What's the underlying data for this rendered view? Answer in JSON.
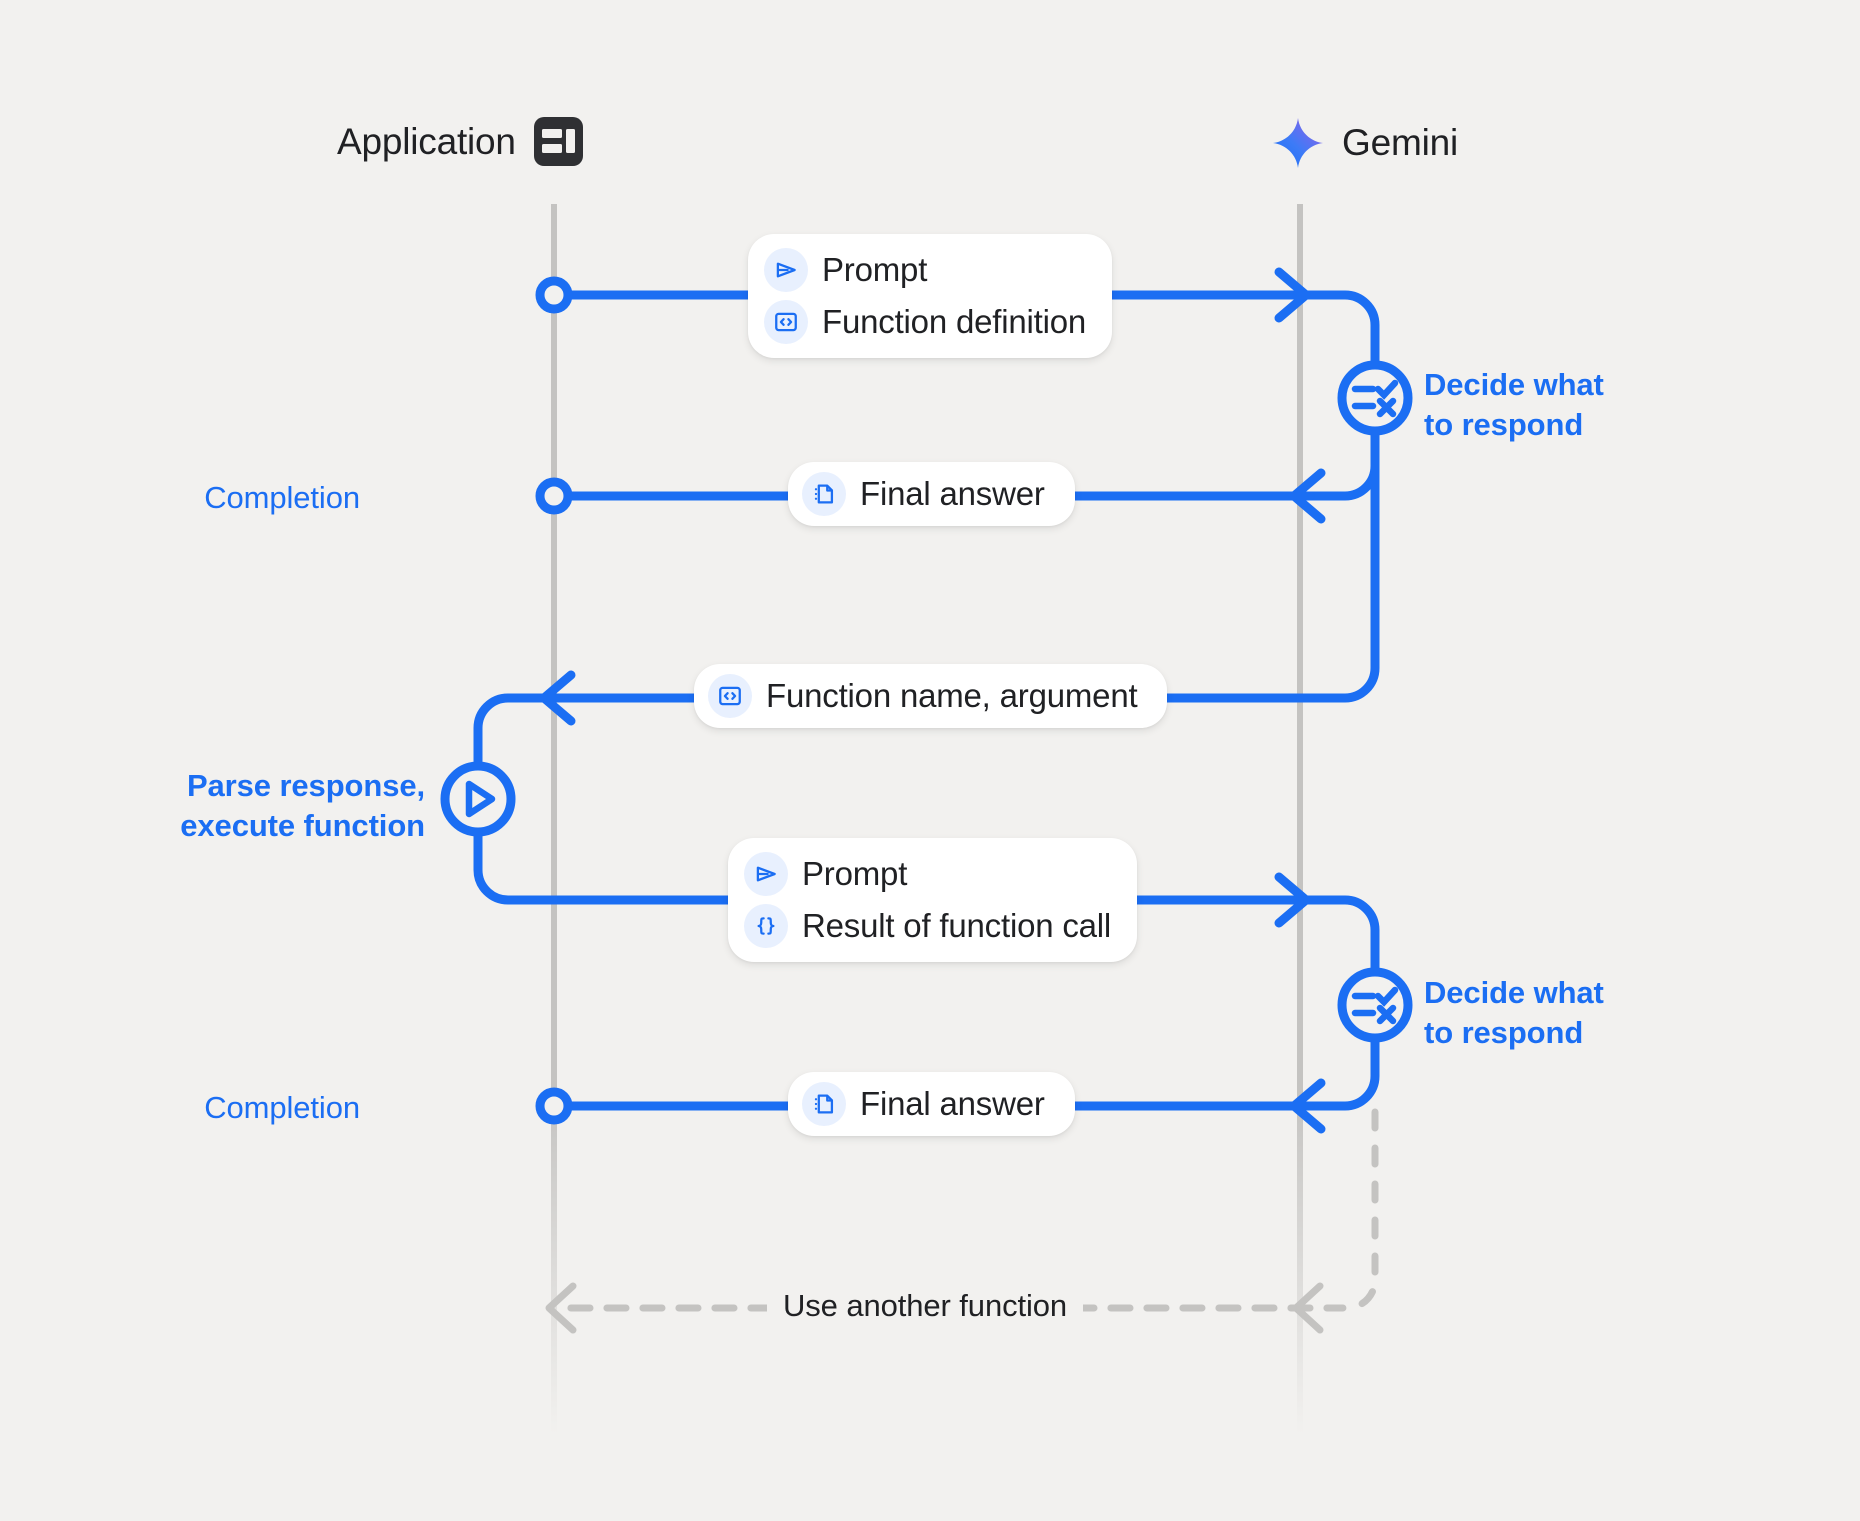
{
  "canvas": {
    "background": "#f2f1ef",
    "accent_blue": "#1b6ef3",
    "icon_bg": "#e8f0fe",
    "lifeline_gray": "#c4c3c1",
    "dark_text": "#202124"
  },
  "headers": {
    "application": {
      "label": "Application",
      "icon": "app-window-icon"
    },
    "gemini": {
      "label": "Gemini",
      "icon": "gemini-sparkle-icon"
    }
  },
  "messages": [
    {
      "id": "request-1",
      "rows": [
        {
          "icon": "send-arrow-icon",
          "label": "Prompt"
        },
        {
          "icon": "code-brackets-icon",
          "label": "Function definition"
        }
      ]
    },
    {
      "id": "response-1",
      "rows": [
        {
          "icon": "document-icon",
          "label": "Final answer"
        }
      ]
    },
    {
      "id": "function-call",
      "rows": [
        {
          "icon": "code-brackets-icon",
          "label": "Function name,  argument"
        }
      ]
    },
    {
      "id": "request-2",
      "rows": [
        {
          "icon": "send-arrow-icon",
          "label": "Prompt"
        },
        {
          "icon": "curly-braces-icon",
          "label": "Result of function call"
        }
      ]
    },
    {
      "id": "response-2",
      "rows": [
        {
          "icon": "document-icon",
          "label": "Final answer"
        }
      ]
    }
  ],
  "annotations": {
    "decide_1": "Decide what\nto respond",
    "decide_2": "Decide what\nto respond",
    "completion_1": "Completion",
    "completion_2": "Completion",
    "parse_execute": "Parse response,\nexecute function",
    "loop": "Use another function"
  }
}
